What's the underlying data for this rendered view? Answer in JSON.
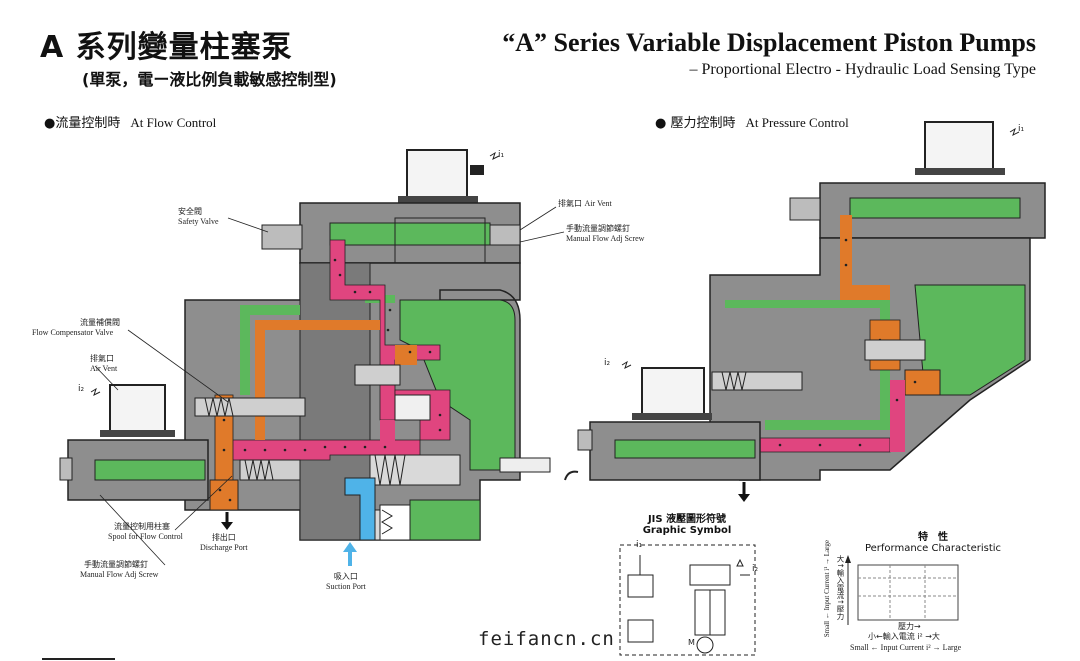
{
  "header": {
    "title_zh": "A 系列變量柱塞泵",
    "subtitle_zh": "(單泵，電ー液比例負載敏感控制型)",
    "title_en": "“A” Series Variable Displacement Piston Pumps",
    "subtitle_en": "– Proportional Electro - Hydraulic Load Sensing Type"
  },
  "sections": {
    "flow": {
      "zh": "●流量控制時",
      "en": "At Flow Control"
    },
    "pressure": {
      "zh": "● 壓力控制時",
      "en": "At Pressure Control"
    }
  },
  "labels": {
    "safety_valve": {
      "zh": "安全閥",
      "en": "Safety Valve"
    },
    "air_vent_top": {
      "zh": "排氣口",
      "en": "Air Vent"
    },
    "manual_adj_top": {
      "zh": "手動流量調節螺釘",
      "en": "Manual Flow Adj Screw"
    },
    "flow_comp_valve": {
      "zh": "流量補償閥",
      "en": "Flow Compensator Valve"
    },
    "air_vent_left": {
      "zh": "排氣口",
      "en": "Air Vent"
    },
    "spool_flow": {
      "zh": "流量控制用柱塞",
      "en": "Spool for Flow Control"
    },
    "manual_adj_bottom": {
      "zh": "手動流量調節螺釘",
      "en": "Manual Flow Adj Screw"
    },
    "discharge": {
      "zh": "排出口",
      "en": "Discharge Port"
    },
    "suction": {
      "zh": "吸入口",
      "en": "Suction Port"
    },
    "i1_a": "i₁",
    "i2_a": "i₂",
    "i1_b": "i₁",
    "i2_b": "i₂"
  },
  "symbol": {
    "title_zh": "JIS 液壓圖形符號",
    "title_en": "Graphic Symbol",
    "i1": "i₁",
    "i2": "i₂",
    "m_label": "M"
  },
  "performance": {
    "title_zh": "特　性",
    "title_en": "Performance Characteristic",
    "y_zh": "大↑輸入電流↑壓力",
    "y_en": "Small ← Input Current i¹ → Large",
    "x_zh": "壓力→",
    "x_zh2": "小←輸入電流 i² →大",
    "x_en": "Small ← Input Current i² → Large"
  },
  "watermark": "feifancn.cn",
  "colors": {
    "body_gray": "#8e8e8e",
    "dark_gray": "#5a5a5a",
    "green": "#5cb85c",
    "pink": "#e0457f",
    "orange": "#e07a2a",
    "blue": "#4fb3e8",
    "light_gray": "#cfcfcf"
  }
}
